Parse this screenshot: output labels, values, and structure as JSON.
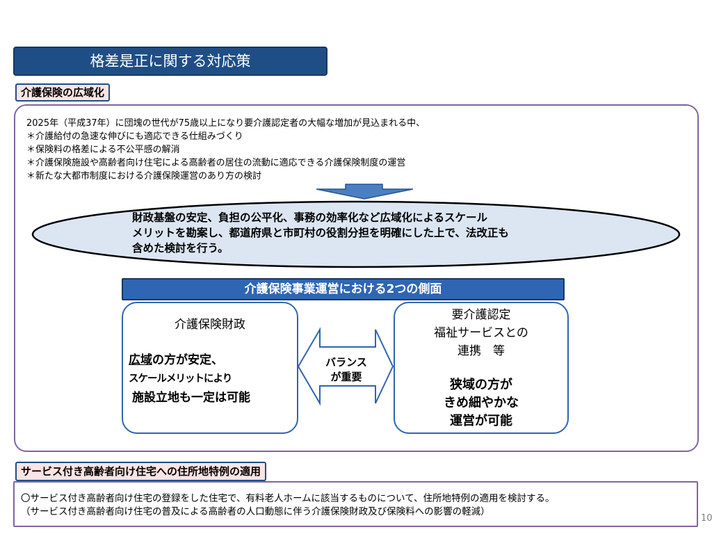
{
  "title": "格差是正に関する対応策",
  "section1": {
    "label": "介護保険の広域化",
    "intro_lines": [
      "2025年（平成37年）に団塊の世代が75歳以上になり要介護認定者の大幅な増加が見込まれる中、",
      "＊介護給付の急速な伸びにも適応できる仕組みづくり",
      "＊保険料の格差による不公平感の解消",
      "＊介護保険施設や高齢者向け住宅による高齢者の居住の流動に適応できる介護保険制度の運営",
      "＊新たな大都市制度における介護保険運営のあり方の検討"
    ],
    "ellipse_lines": [
      "財政基盤の安定、負担の公平化、事務の効率化など広域化によるスケール",
      "メリットを勘案し、都道府県と市町村の役割分担を明確にした上で、法改正も",
      "含めた検討を行う。"
    ],
    "aspects_title": "介護保険事業運営における2つの側面",
    "left": {
      "title": "介護保険財政",
      "line1_underlined": "広域",
      "line1_rest": "の方が安定、",
      "line2": "スケールメリットにより",
      "line3": "施設立地も一定は可能"
    },
    "balance": [
      "バランス",
      "が重要"
    ],
    "right": {
      "title_lines": [
        "要介護認定",
        "福祉サービスとの",
        "連携　等"
      ],
      "body_lines": [
        "狭域の方が",
        "きめ細やかな",
        "運営が可能"
      ]
    }
  },
  "section2": {
    "label": "サービス付き高齢者向け住宅への住所地特例の適用",
    "lines": [
      "〇サービス付き高齢者向け住宅の登録をした住宅で、有料老人ホームに該当するものについて、住所地特例の適用を検討する。",
      "（サービス付き高齢者向け住宅の普及による高齢者の人口動態に伴う介護保険財政及び保険料への影響の軽減）"
    ]
  },
  "page_number": "10",
  "colors": {
    "title_bg": "#1f4e86",
    "label_bg": "#fbe4e2",
    "panel_border": "#8064a2",
    "ellipse_fill": "#dce6f2",
    "aspects_bar_bg": "#2e66b4",
    "box_border": "#2f65b0"
  }
}
